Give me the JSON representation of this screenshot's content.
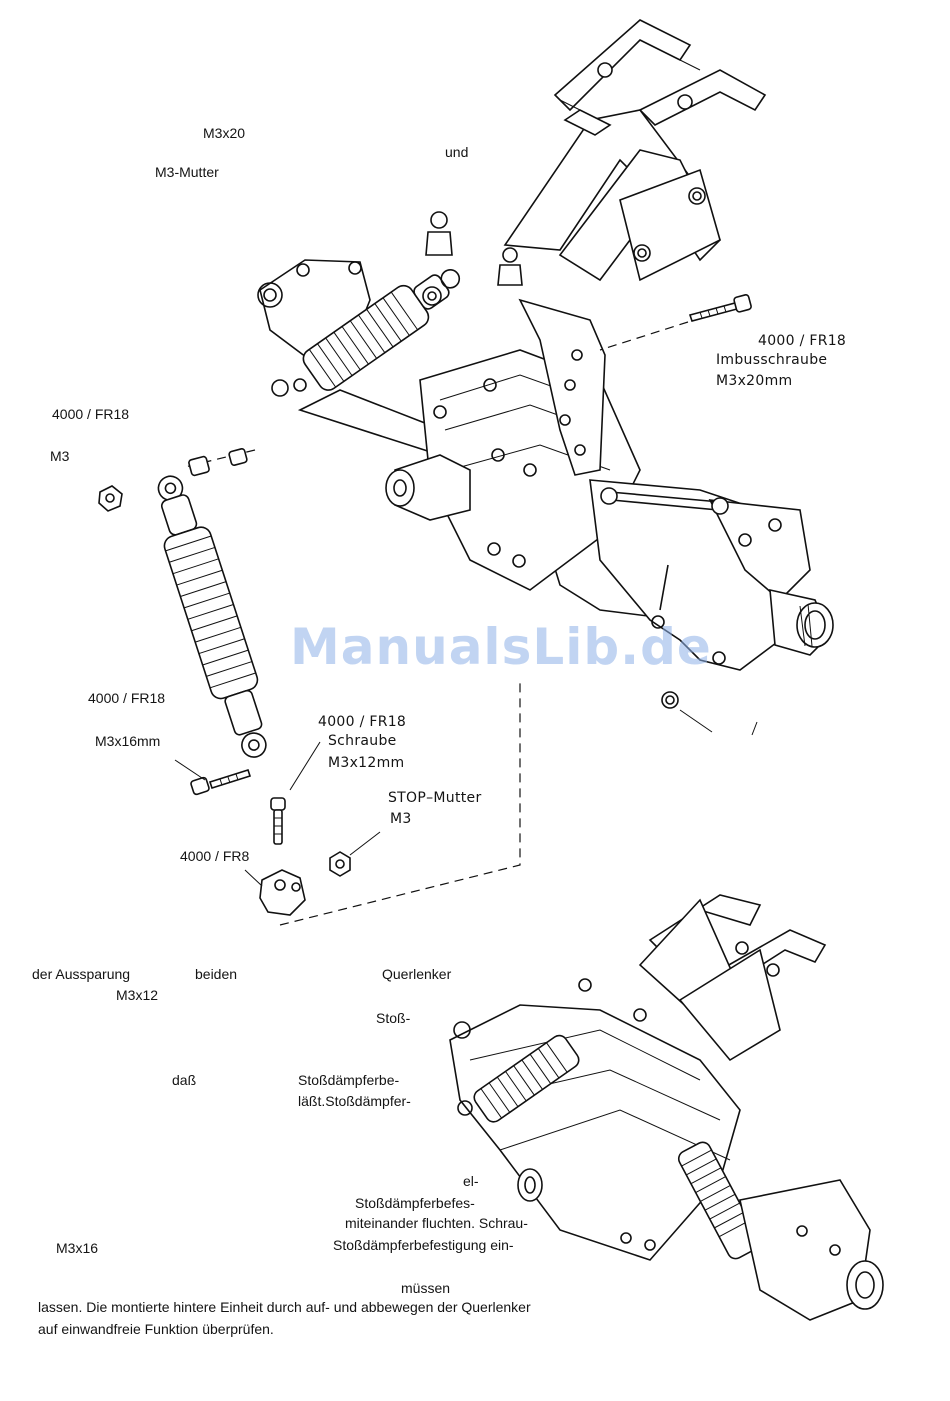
{
  "labels": {
    "m3x20_top": "M3x20",
    "und": "und",
    "m3_mutter": "M3-Mutter",
    "imbus_code": "4000 / FR18",
    "imbus_name": "Imbusschraube",
    "imbus_size": "M3x20mm",
    "left_code": "4000 / FR18",
    "left_m3": "M3",
    "m3x16mm_code": "4000 / FR18",
    "m3x16mm": "M3x16mm",
    "schraube_code": "4000 / FR18",
    "schraube_name": "Schraube",
    "schraube_size": "M3x12mm",
    "stop_name": "STOP–Mutter",
    "stop_size": "M3",
    "fr8_code": "4000 / FR8"
  },
  "body_text": {
    "line1_a": "der Aussparung",
    "line1_b": "beiden",
    "line1_c": "Querlenker",
    "line2": "M3x12",
    "stoss": "Stoß-",
    "dass": "daß",
    "stossdaempferbe": "Stoßdämpferbe-",
    "laesst": "läßt.Stoßdämpfer-",
    "el": "el-",
    "befes": "Stoßdämpferbefes-",
    "fluchten": "miteinander fluchten. Schrau-",
    "m3x16": "M3x16",
    "befestigung": "Stoßdämpferbefestigung ein-",
    "muessen": "müssen",
    "final1": "lassen. Die montierte hintere Einheit durch auf- und abbewegen der Querlenker",
    "final2": "auf einwandfreie Funktion überprüfen."
  },
  "watermark": "ManualsLib.de"
}
